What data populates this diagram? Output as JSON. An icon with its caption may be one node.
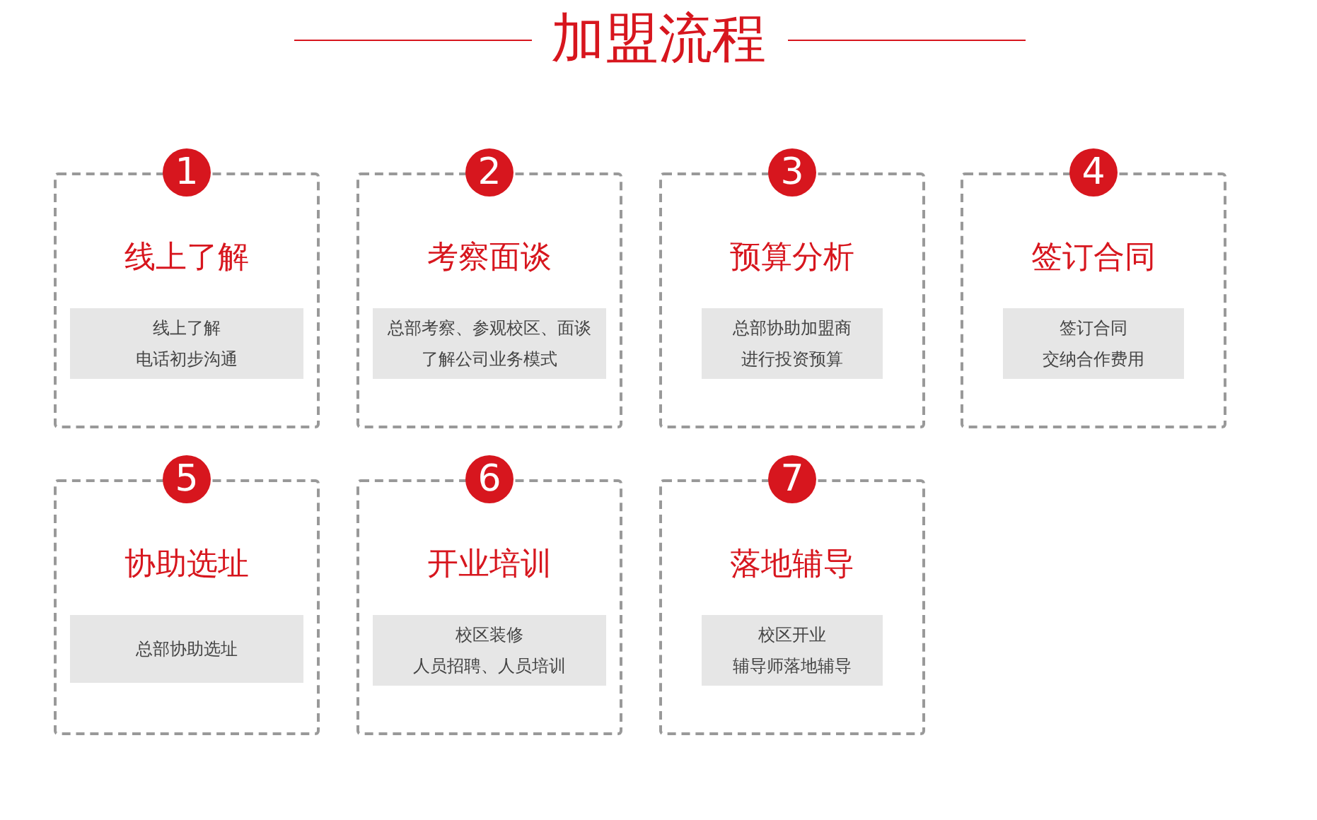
{
  "diagram": {
    "title": "加盟流程",
    "nodes": [
      {
        "text": [
          "线上了解"
        ]
      },
      {
        "text": [
          "1"
        ]
      },
      {
        "text": [
          "线上了解",
          "电话初步沟通"
        ],
        "in": 0
      },
      {
        "text": [
          "考察面谈"
        ]
      },
      {
        "text": [
          "2"
        ]
      },
      {
        "text": [
          "总部考察、参观校区、面谈",
          "了解公司业务模式"
        ],
        "in": 3
      },
      {
        "text": [
          "预算分析"
        ]
      },
      {
        "text": [
          "3"
        ]
      },
      {
        "text": [
          "总部协助加盟商",
          "进行投资预算"
        ],
        "in": 6
      },
      {
        "text": [
          "签订合同"
        ]
      },
      {
        "text": [
          "4"
        ]
      },
      {
        "text": [
          "签订合同",
          "交纳合作费用"
        ],
        "in": 9
      },
      {
        "text": [
          "协助选址"
        ]
      },
      {
        "text": [
          "5"
        ]
      },
      {
        "text": [
          "总部协助选址"
        ],
        "in": 12
      },
      {
        "text": [
          "开业培训"
        ]
      },
      {
        "text": [
          "6"
        ]
      },
      {
        "text": [
          "校区装修",
          "人员招聘、人员培训"
        ],
        "in": 15
      },
      {
        "text": [
          "落地辅导"
        ]
      },
      {
        "text": [
          "7"
        ]
      },
      {
        "text": [
          "校区开业",
          "辅导师落地辅导"
        ],
        "in": 18
      }
    ],
    "edges": []
  }
}
